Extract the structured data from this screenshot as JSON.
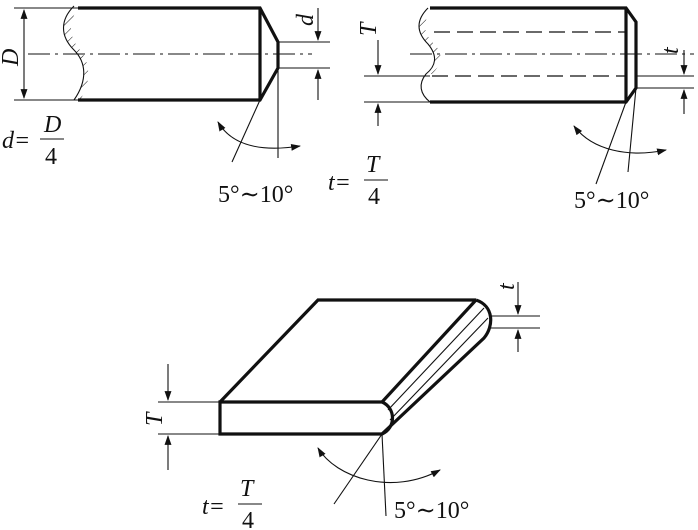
{
  "figure_a": {
    "dim_diameter": "D",
    "dim_tip": "d",
    "formula_lhs": "d=",
    "formula_num": "D",
    "formula_den": "4",
    "angle_range": "5°∼10°"
  },
  "figure_b": {
    "dim_thickness": "T",
    "dim_edge": "t",
    "formula_lhs": "t=",
    "formula_num": "T",
    "formula_den": "4",
    "angle_range": "5°∼10°"
  },
  "figure_c": {
    "dim_thickness": "T",
    "dim_edge": "t",
    "formula_lhs": "t=",
    "formula_num": "T",
    "formula_den": "4",
    "angle_range": "5°∼10°"
  }
}
